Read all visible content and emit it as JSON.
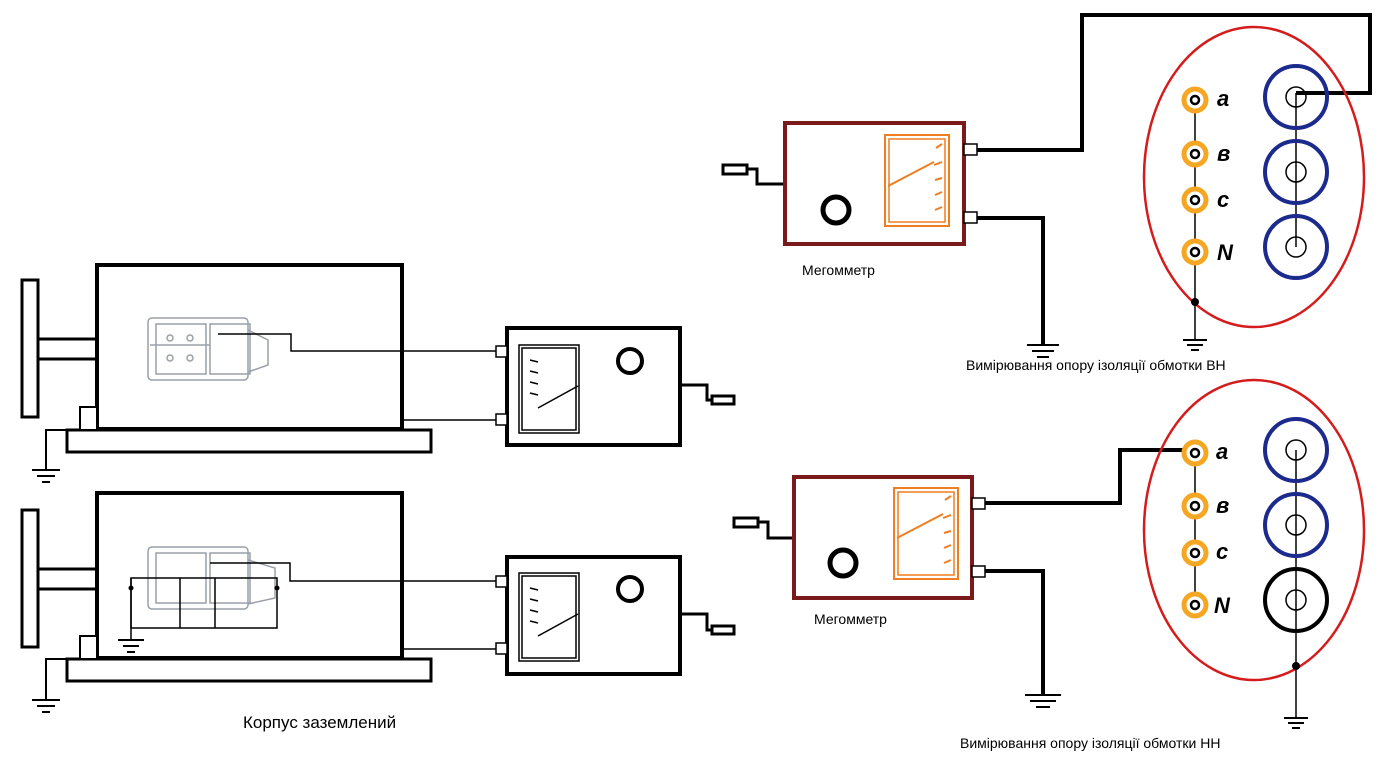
{
  "labels": {
    "megger_top": "Мегомметр",
    "megger_bottom": "Мегомметр",
    "hv_caption": "Вимірювання опору ізоляції обмотки ВН",
    "lv_caption": "Вимірювання опору ізоляції обмотки НН",
    "case_grounded": "Корпус заземлений"
  },
  "terminals_hv": [
    "a",
    "в",
    "c",
    "N"
  ],
  "terminals_lv": [
    "a",
    "в",
    "c",
    "N"
  ],
  "colors": {
    "wire": "#000000",
    "megger_frame_right": "#7a1a1a",
    "megger_scale": "#f07d1f",
    "terminal_ring": "#f5a623",
    "bushing": "#1b2a8c",
    "enclosure": "#d41c1c"
  }
}
